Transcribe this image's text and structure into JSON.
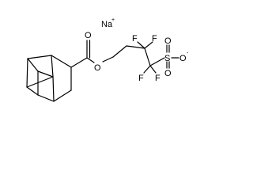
{
  "molecule": {
    "counterion": {
      "symbol": "Na",
      "charge": "+"
    },
    "atoms": {
      "ester_oxygen_carbonyl": "O",
      "ester_oxygen_chain": "O",
      "fluorine_1": "F",
      "fluorine_2": "F",
      "fluorine_3": "F",
      "fluorine_4": "F",
      "sulfur": "S",
      "sulfonate_oxygen_top": "O",
      "sulfonate_oxygen_bottom": "O",
      "sulfonate_oxygen_right": "O",
      "sulfonate_charge": "-"
    }
  }
}
